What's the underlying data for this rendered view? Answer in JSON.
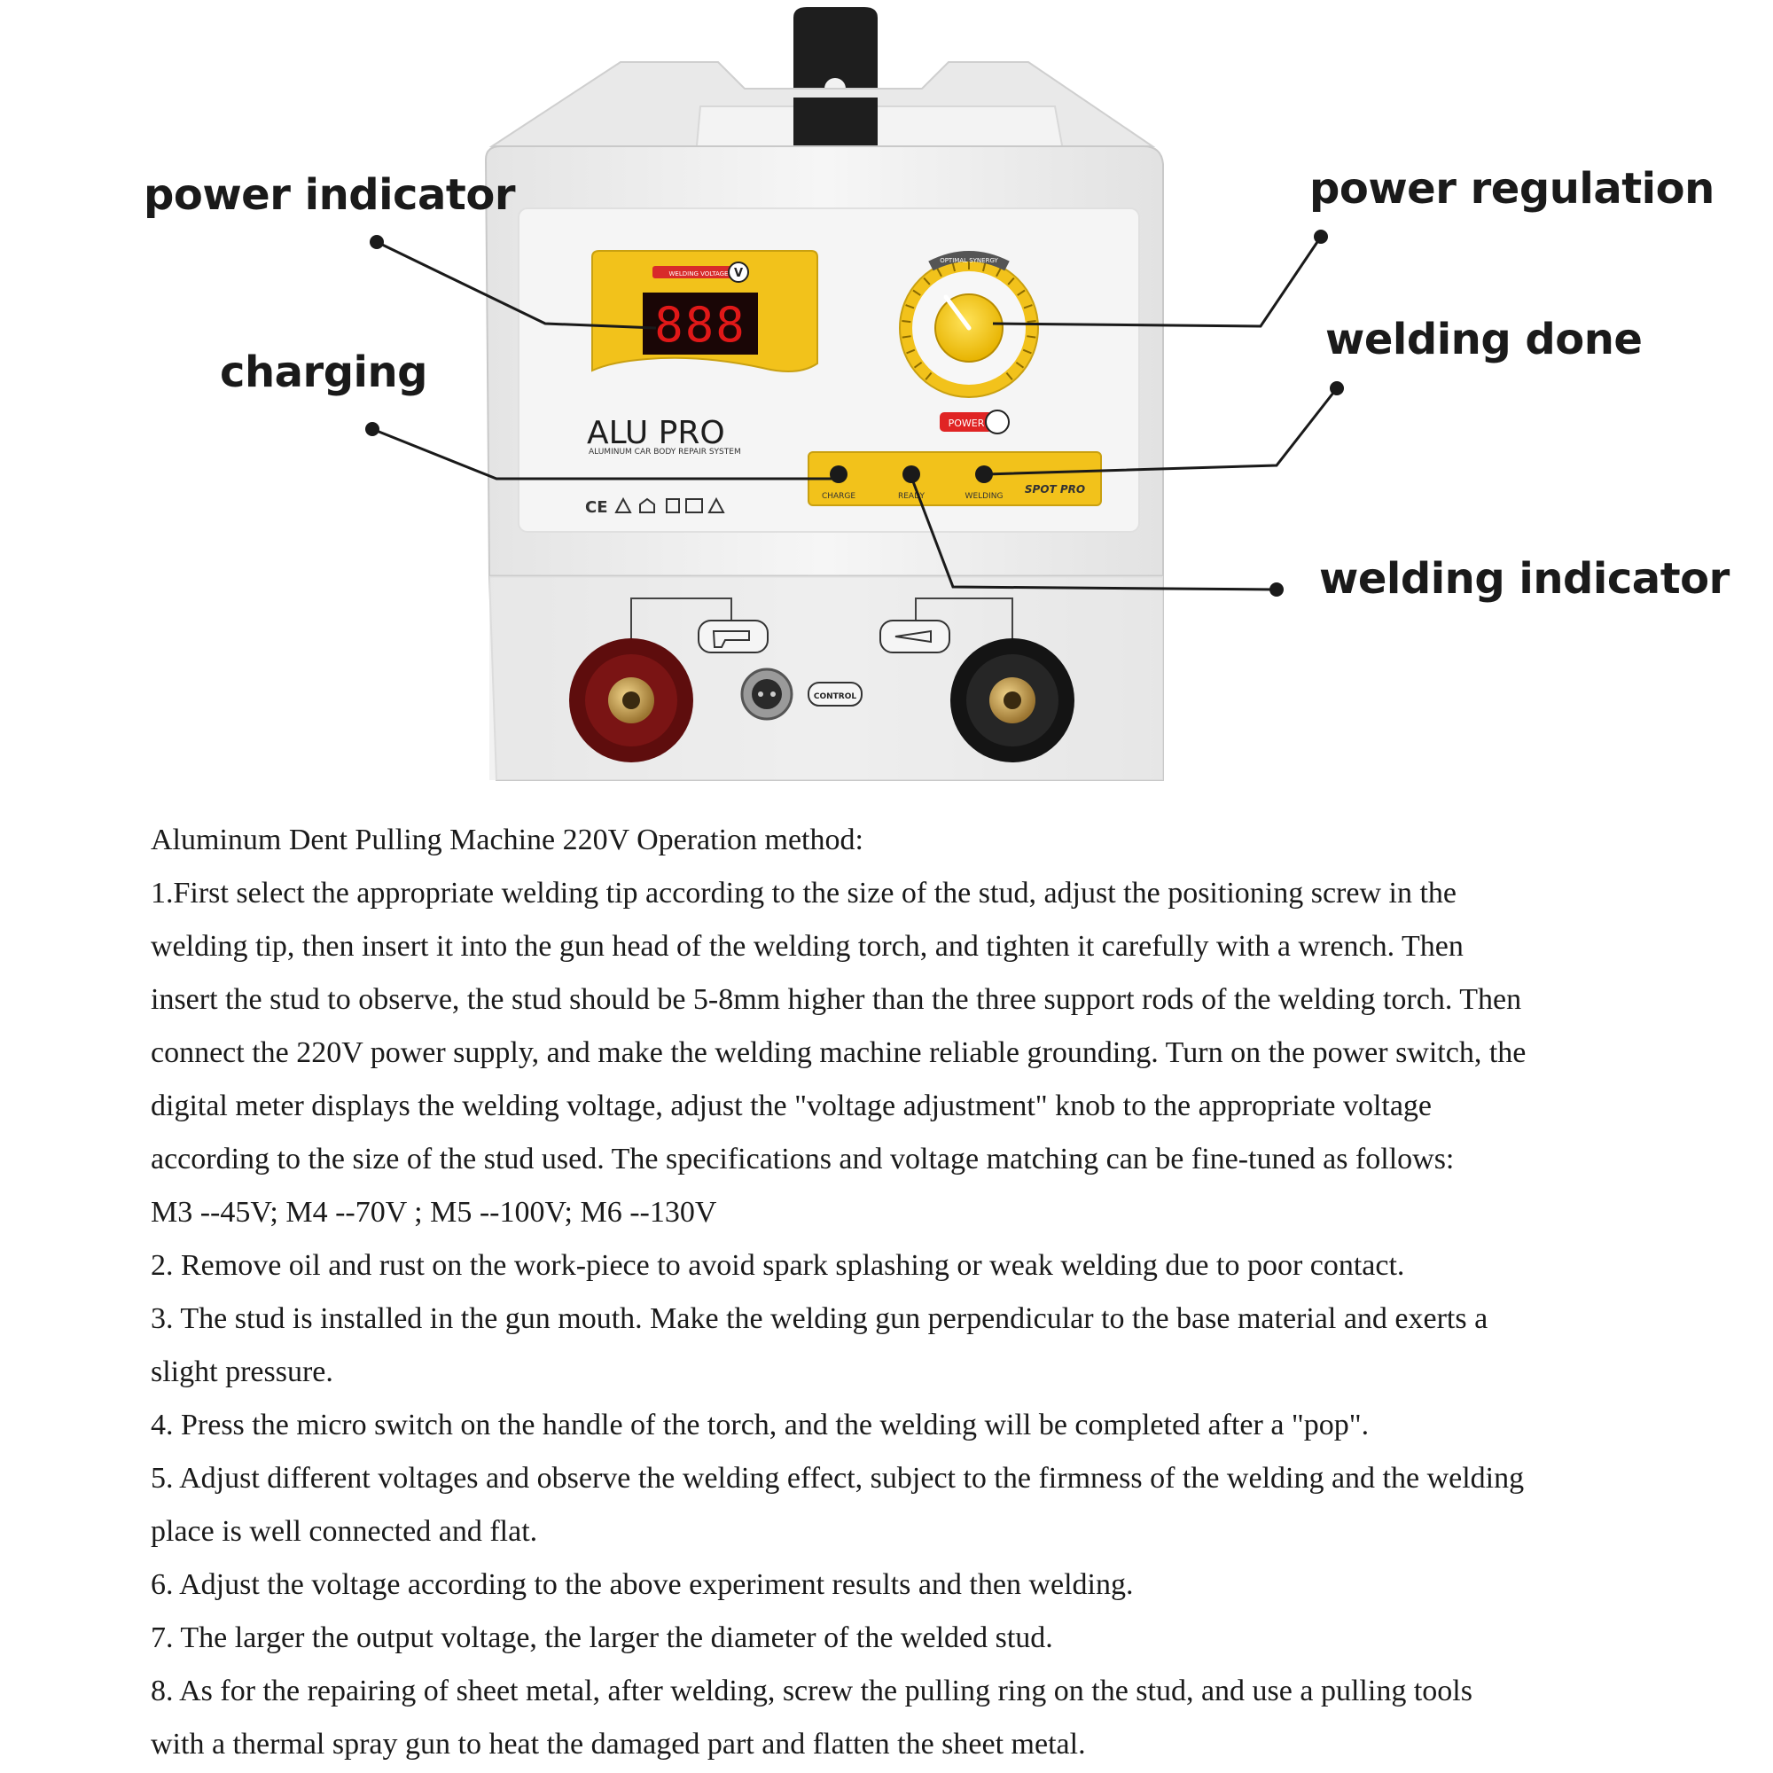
{
  "callouts": {
    "power_indicator": "power indicator",
    "charging": "charging",
    "power_regulation": "power regulation",
    "welding_done": "welding done",
    "welding_indicator": "welding indicator"
  },
  "machine": {
    "brand": "ALU PRO",
    "tagline": "ALUMINUM CAR BODY REPAIR SYSTEM",
    "display_label": "WELDING VOLTAGE",
    "display_unit": "V",
    "display_digits": "888",
    "dial_label": "OPTIMAL SYNERGY",
    "power_label": "POWER",
    "panel_labels": [
      "CHARGE",
      "READY",
      "WELDING"
    ],
    "panel_brand": "SPOT PRO",
    "control_label": "CONTROL",
    "cert_marks": "CE"
  },
  "document": {
    "lines": [
      "Aluminum Dent Pulling Machine 220V Operation method:",
      "1.First select the appropriate welding tip according to the size of the stud, adjust the positioning screw in the",
      "welding tip, then insert it into the gun head of the welding torch, and tighten it carefully with a wrench. Then",
      "insert the stud to observe, the stud should be 5-8mm higher than the three support rods of the welding torch. Then",
      "connect the 220V power supply, and make the welding machine reliable grounding. Turn on the power switch, the",
      "digital meter displays the welding voltage, adjust the \"voltage adjustment\" knob to the appropriate voltage",
      "according to the size of the stud used. The specifications and voltage matching can be fine-tuned as follows:",
      "M3 --45V; M4 --70V ; M5 --100V; M6 --130V",
      "2. Remove oil and rust on the work-piece to avoid spark splashing or weak welding due to poor contact.",
      "3. The stud is installed in the gun mouth. Make the welding gun perpendicular to the base material and exerts a",
      "slight pressure.",
      "4. Press the micro switch on the handle of the torch, and the welding will be completed after a \"pop\".",
      "5. Adjust different voltages and observe the welding effect, subject to the firmness of the welding and the welding",
      "place is well connected and flat.",
      "6. Adjust the voltage according to the above experiment results and then welding.",
      "7. The larger the output voltage, the larger the diameter of the welded stud.",
      "8. As for the repairing of sheet metal, after welding, screw the pulling ring on the stud, and use a pulling tools",
      "with a thermal spray gun to heat the damaged part and flatten the sheet metal."
    ]
  },
  "colors": {
    "yellow": "#f2c21b",
    "red_led": "#e01818",
    "body": "#efefef",
    "red_terminal": "#6b1010"
  }
}
